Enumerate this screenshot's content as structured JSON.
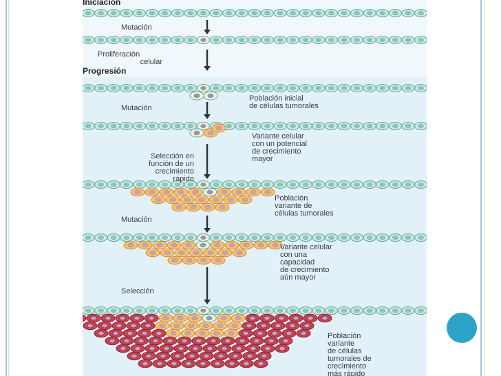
{
  "colors": {
    "epithelial_fill": "#cfe8e2",
    "epithelial_stroke": "#5aa89a",
    "epithelial_nucleus": "#8cc8c0",
    "mutant_fill": "#f7f1d8",
    "mutant_nucleus": "#9d8fc2",
    "orange_fill": "#f3c27a",
    "orange_stroke": "#d98b2e",
    "orange_nucleus": "#b9a7cf",
    "red_fill": "#c8424f",
    "red_stroke": "#8e2330",
    "red_nucleus": "#b9a7cf",
    "accent_dot": "#2ea3c8",
    "arrow": "#333333"
  },
  "sections": {
    "initiation": "Iniciación",
    "progression": "Progresión"
  },
  "steps": {
    "mutation_1": "Mutación",
    "proliferation_line1": "Proliferación",
    "proliferation_line2": "celular",
    "mutation_2": "Mutación",
    "selection_line1": "Selección en",
    "selection_line2": "función de un",
    "selection_line3": "crecimiento",
    "selection_line4": "rápido",
    "mutation_3": "Mutación",
    "selection_final": "Selección"
  },
  "descriptions": {
    "stage1": [
      "Población inicial",
      "de células tumorales"
    ],
    "stage2": [
      "Variante celular",
      "con un potencial",
      "de crecimiento",
      "mayor"
    ],
    "stage3": [
      "Población",
      "variante de",
      "células tumorales"
    ],
    "stage4": [
      "Variante celular",
      "con una",
      "capacidad",
      "de crecimiento",
      "aún mayor"
    ],
    "stage5": [
      "Población",
      "variante",
      "de células",
      "tumorales de",
      "crecimiento",
      "más rápido"
    ]
  },
  "icons": {
    "decorative_dot": "circle-icon",
    "flow_arrow": "arrow-down-icon"
  }
}
